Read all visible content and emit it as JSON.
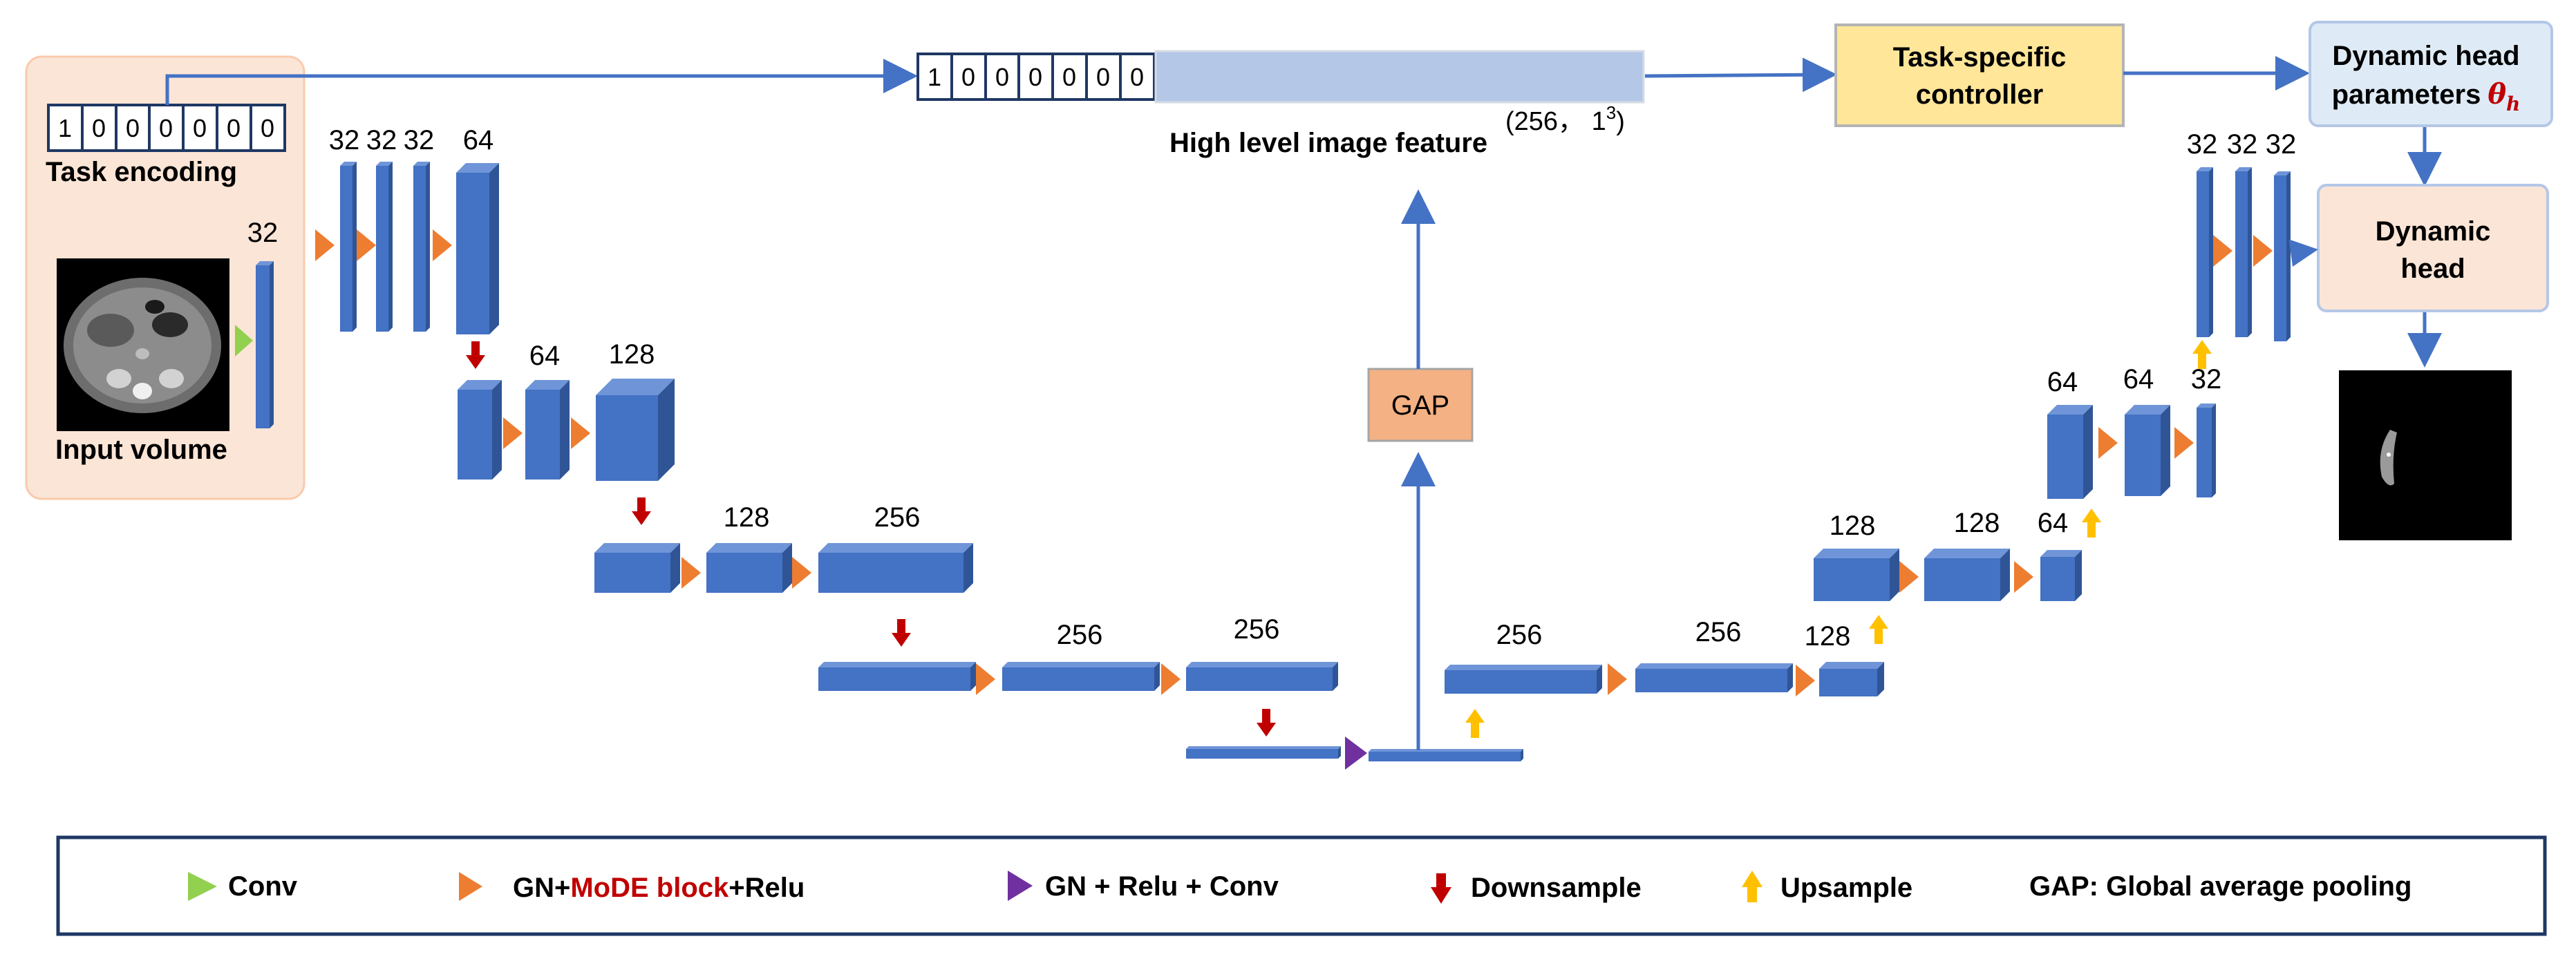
{
  "task_encoding": {
    "label": "Task encoding",
    "bits": [
      "1",
      "0",
      "0",
      "0",
      "0",
      "0",
      "0"
    ]
  },
  "input_volume": {
    "label": "Input volume"
  },
  "encoder_channels": {
    "c0": "32",
    "c1": "32",
    "c2": "32",
    "c3": "32",
    "c4": "64",
    "c5": "64",
    "c6": "128",
    "c7": "128",
    "c8": "256",
    "c9": "256",
    "c10": "256"
  },
  "decoder_channels": {
    "d0": "256",
    "d1": "256",
    "d2": "128",
    "d3": "128",
    "d4": "128",
    "d5": "64",
    "d6": "64",
    "d7": "64",
    "d8": "32",
    "d9": "32",
    "d10": "32",
    "d11": "32"
  },
  "feature": {
    "bits": [
      "1",
      "0",
      "0",
      "0",
      "0",
      "0",
      "0"
    ],
    "label": "High level image feature",
    "size_prefix": "(256， 1",
    "size_exponent": "3",
    "size_suffix": ")"
  },
  "gap_box": {
    "label": "GAP"
  },
  "controller": {
    "line1": "Task-specific",
    "line2": "controller"
  },
  "dynamic_params": {
    "line1": "Dynamic head",
    "line2": "parameters",
    "symbol": "θ",
    "subscript": "h"
  },
  "dynamic_head": {
    "line1": "Dynamic",
    "line2": "head"
  },
  "legend": {
    "conv": "Conv",
    "mode_prefix": "GN+",
    "mode_highlight": "MoDE block",
    "mode_suffix": "+Relu",
    "gn_relu_conv": "GN + Relu + Conv",
    "downsample": "Downsample",
    "upsample": "Upsample",
    "gap": "GAP: Global average pooling"
  },
  "colors": {
    "block_front": "#4472C4",
    "block_top": "#6F95D8",
    "block_side": "#2F5597",
    "arrow_blue": "#4472C4",
    "conv_green": "#92D050",
    "mode_orange": "#ED7D31",
    "gn_purple": "#7030A0",
    "down_red": "#C00000",
    "up_yellow": "#FFC000",
    "gap_fill": "#F4B183",
    "controller_fill": "#FFE699",
    "params_fill": "#DEEBF7",
    "head_fill": "#FBE5D6",
    "input_panel": "#FBE5D6",
    "feature_bar": "#B4C7E7",
    "mode_text": "#C00000"
  }
}
